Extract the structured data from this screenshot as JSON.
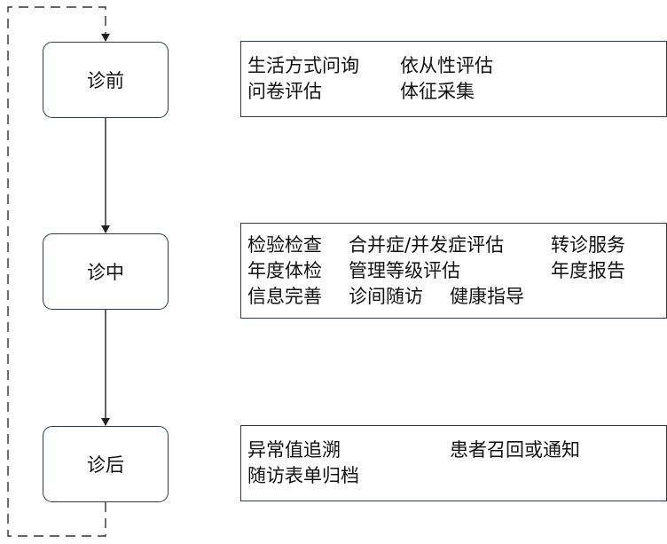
{
  "stages": [
    {
      "label": "诊前",
      "details": [
        [
          "生活方式问询",
          "依从性评估"
        ],
        [
          "问卷评估",
          "体征采集"
        ]
      ]
    },
    {
      "label": "诊中",
      "details": [
        [
          "检验检查",
          "合并症/并发症评估",
          "转诊服务"
        ],
        [
          "年度体检",
          "管理等级评估",
          "年度报告"
        ],
        [
          "信息完善",
          "诊间随访",
          "健康指导"
        ]
      ]
    },
    {
      "label": "诊后",
      "details": [
        [
          "异常值追溯",
          "患者召回或通知"
        ],
        [
          "随访表单归档"
        ]
      ]
    }
  ],
  "colors": {
    "border": "#2f3a4c",
    "arrow": "#222222",
    "dashed_loop": "#333333",
    "text": "#111111"
  }
}
